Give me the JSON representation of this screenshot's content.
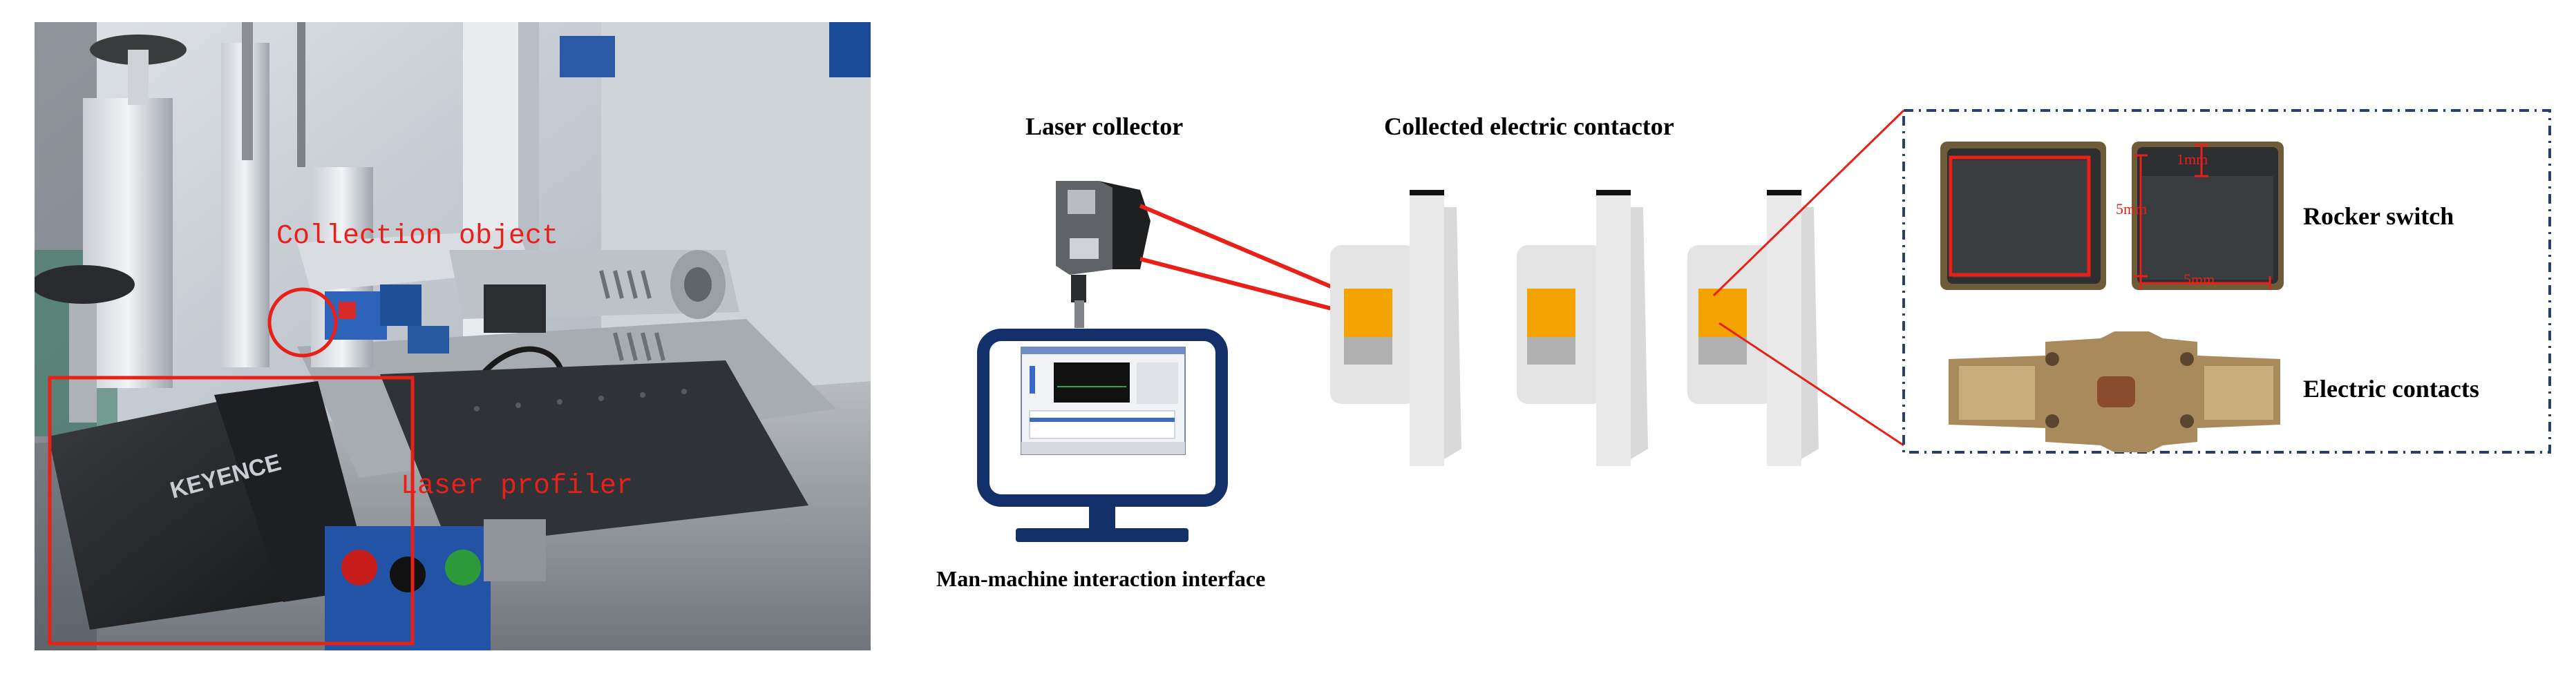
{
  "photo": {
    "annotations": {
      "collection_object": "Collection object",
      "laser_profiler": "Laser profiler"
    },
    "device_brand": "KEYENCE"
  },
  "diagram": {
    "laser_collector_label": "Laser collector",
    "collected_contactor_label": "Collected electric contactor",
    "hmi_label": "Man-machine interaction interface",
    "rocker_switch_label": "Rocker switch",
    "electric_contacts_label": "Electric contacts",
    "dimensions": {
      "top": "1mm",
      "side": "5mm",
      "bottom": "5mm"
    }
  },
  "colors": {
    "annotation_red": "#e8201a",
    "sample_orange": "#f5a300",
    "monitor_navy": "#13306b",
    "contactor_gray": "#dcdcdc",
    "detail_border": "#2a3f6e"
  }
}
